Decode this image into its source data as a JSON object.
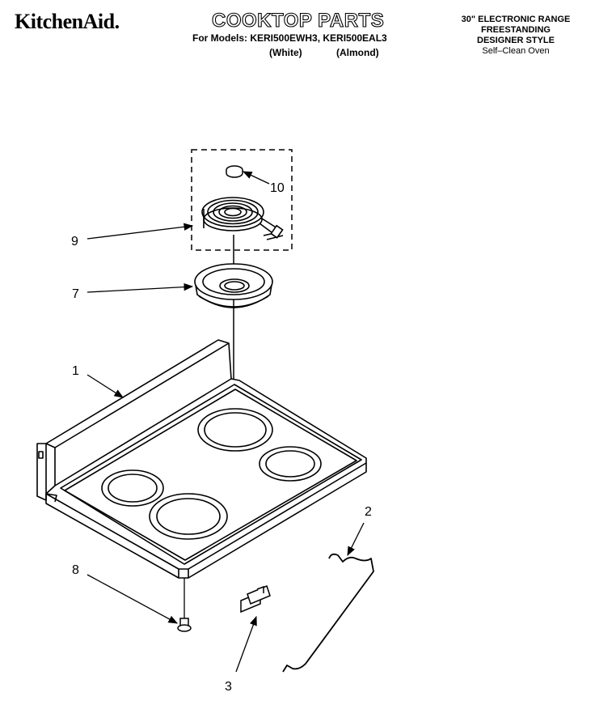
{
  "header": {
    "brand": "KitchenAid.",
    "title": "COOKTOP PARTS",
    "models_line": "For Models: KERI500EWH3, KERI500EAL3",
    "variant_white": "(White)",
    "variant_almond": "(Almond)",
    "product_lines": [
      "30\" ELECTRONIC RANGE",
      "FREESTANDING",
      "DESIGNER STYLE",
      "Self–Clean Oven"
    ]
  },
  "callouts": [
    {
      "id": "10",
      "label": "10"
    },
    {
      "id": "9",
      "label": "9"
    },
    {
      "id": "7",
      "label": "7"
    },
    {
      "id": "1",
      "label": "1"
    },
    {
      "id": "2",
      "label": "2"
    },
    {
      "id": "8",
      "label": "8"
    },
    {
      "id": "3",
      "label": "3"
    }
  ]
}
